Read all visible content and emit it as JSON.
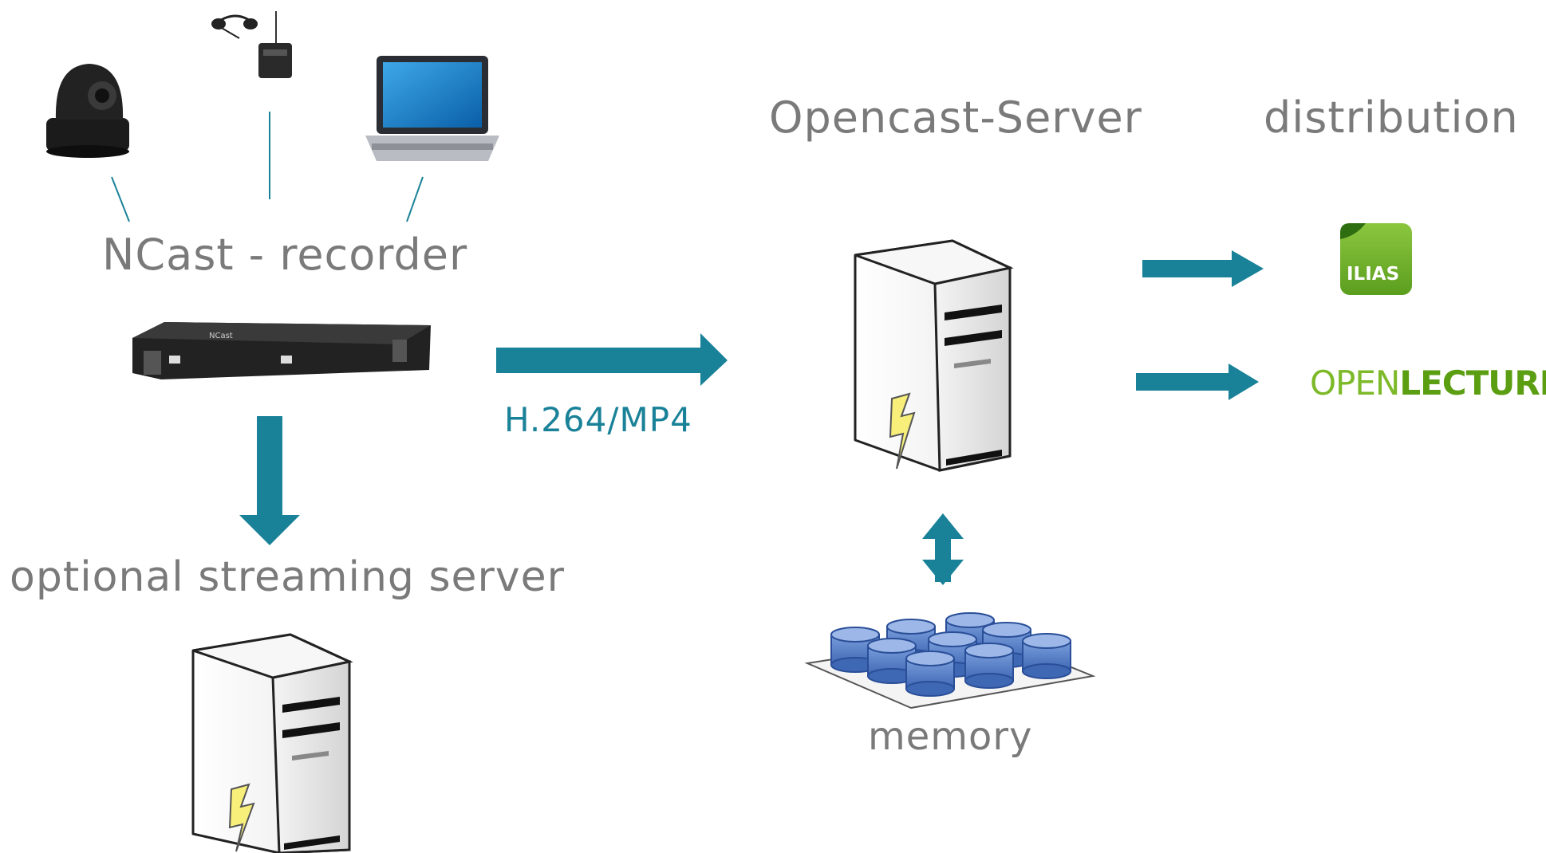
{
  "labels": {
    "recorder": "NCast - recorder",
    "streaming": "optional streaming server",
    "opencast_server": "Opencast-Server",
    "distribution": "distribution",
    "memory": "memory",
    "codec": "H.264/MP4"
  },
  "targets": {
    "ilias": "ILIAS",
    "openlecture_prefix": "OPEN",
    "openlecture_suffix": "LECTURE"
  },
  "devices": {
    "recorder_brand": "NCast"
  },
  "icons": [
    "ptz-camera-icon",
    "headset-microphone-icon",
    "laptop-icon",
    "rack-recorder-icon",
    "server-tower-icon",
    "storage-disks-icon",
    "ilias-logo",
    "openlecture-logo"
  ],
  "colors": {
    "arrow": "#1a8298",
    "label": "#7a7a7a",
    "ilias_green": "#6fae2c",
    "openlecture_green": "#7db928"
  }
}
